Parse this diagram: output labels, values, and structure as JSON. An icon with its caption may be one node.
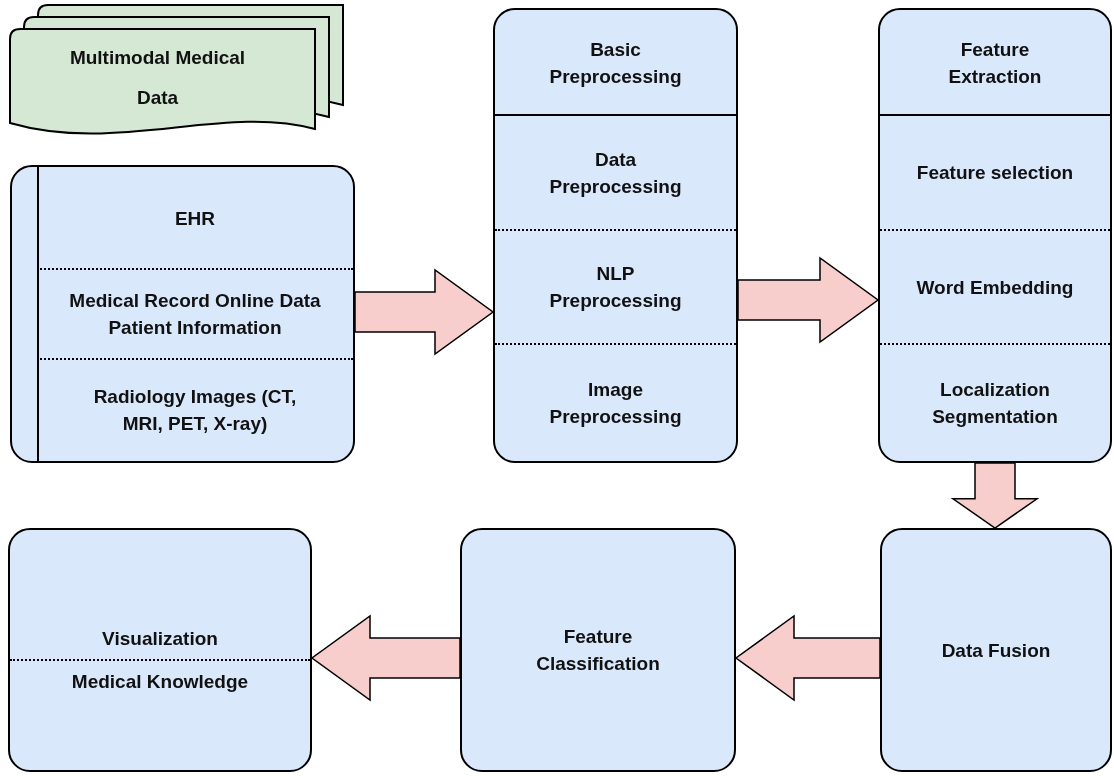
{
  "diagram": {
    "nodes": [
      {
        "text": [
          "Multimodal Medical Data"
        ]
      },
      {
        "text": [],
        "shape": "box"
      },
      {
        "text": [
          "EHR"
        ],
        "in": 1
      },
      {
        "text": [
          "Medical Record Online Data Patient Information"
        ],
        "in": 1
      },
      {
        "text": [
          "Radiology Images (CT, MRI, PET, X-ray)"
        ],
        "in": 1
      },
      {
        "text": [
          "Basic Preprocessing"
        ]
      },
      {
        "text": [
          "Data Preprocessing"
        ],
        "in": 5
      },
      {
        "text": [
          "NLP Preprocessing"
        ],
        "in": 5
      },
      {
        "text": [
          "Image Preprocessing"
        ],
        "in": 5
      },
      {
        "text": [
          "Feature Extraction"
        ]
      },
      {
        "text": [
          "Feature selection"
        ],
        "in": 9
      },
      {
        "text": [
          "Word Embedding"
        ],
        "in": 9
      },
      {
        "text": [
          "Localization Segmentation"
        ],
        "in": 9
      },
      {
        "text": [
          "Data Fusion"
        ]
      },
      {
        "text": [
          "Feature Classification"
        ]
      },
      {
        "text": [],
        "shape": "box"
      },
      {
        "text": [
          "Visualization"
        ],
        "in": 15
      },
      {
        "text": [
          "Medical Knowledge"
        ],
        "in": 15
      }
    ],
    "edges": [
      {
        "from": 1,
        "to": 5,
        "arrow": "to"
      },
      {
        "from": 5,
        "to": 9,
        "arrow": "to"
      },
      {
        "from": 9,
        "to": 13,
        "arrow": "to"
      },
      {
        "from": 13,
        "to": 14,
        "arrow": "to"
      },
      {
        "from": 14,
        "to": 15,
        "arrow": "to"
      }
    ]
  }
}
